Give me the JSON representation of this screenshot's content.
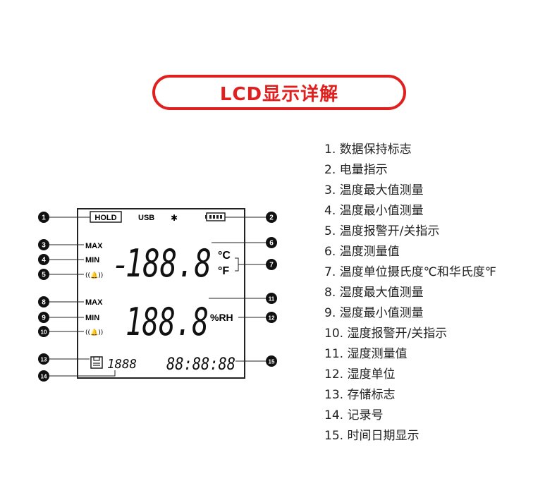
{
  "title": "LCD显示详解",
  "lcd": {
    "hold": "HOLD",
    "usb": "USB",
    "bluetooth": "✱",
    "temp_max": "MAX",
    "temp_min": "MIN",
    "temp_alarm": "((🔔))",
    "temp_minus": "-",
    "temp_digits": "188.8",
    "unit_c": "°C",
    "unit_f": "°F",
    "hum_max": "MAX",
    "hum_min": "MIN",
    "hum_alarm": "((🔔))",
    "hum_digits": "188.8",
    "unit_rh": "%RH",
    "record_digits": "1888",
    "time_digits": "88:88:88"
  },
  "callout_numbers": [
    "1",
    "2",
    "3",
    "4",
    "5",
    "6",
    "7",
    "8",
    "9",
    "10",
    "11",
    "12",
    "13",
    "14",
    "15"
  ],
  "legend": [
    "1. 数据保持标志",
    "2. 电量指示",
    "3. 温度最大值测量",
    "4. 温度最小值测量",
    "5. 温度报警开/关指示",
    "6. 温度测量值",
    "7. 温度单位摄氏度℃和华氏度℉",
    "8. 湿度最大值测量",
    "9. 湿度最小值测量",
    "10. 湿度报警开/关指示",
    "11. 湿度测量值",
    "12. 湿度单位",
    "13. 存储标志",
    "14. 记录号",
    "15. 时间日期显示"
  ]
}
